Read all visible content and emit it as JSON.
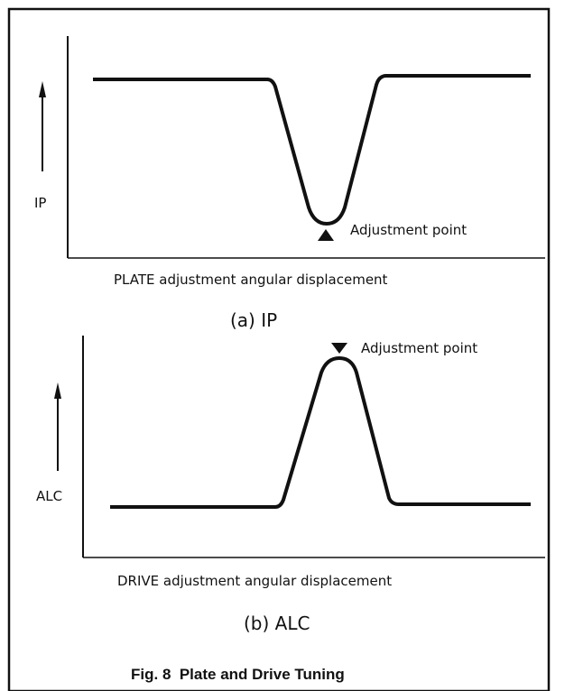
{
  "figure": {
    "caption": "Fig. 8  Plate and Drive Tuning"
  },
  "panel_a": {
    "y_label": "IP",
    "x_label": "PLATE adjustment angular displacement",
    "marker_label": "Adjustment point",
    "panel_title": "(a)  IP"
  },
  "panel_b": {
    "y_label": "ALC",
    "x_label": "DRIVE adjustment angular displacement",
    "marker_label": "Adjustment point",
    "panel_title": "(b) ALC"
  }
}
